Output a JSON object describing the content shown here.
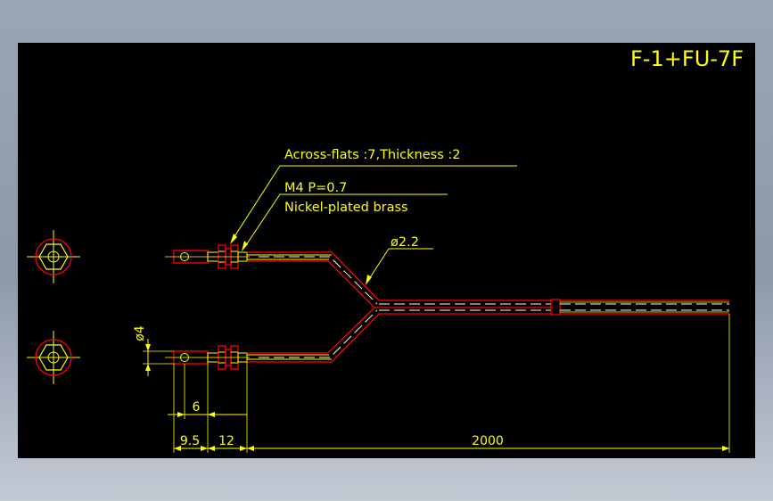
{
  "drawing": {
    "title_code": "F-1+FU-7F",
    "notes": {
      "across_flats": "Across-flats :7,Thickness :2",
      "thread": "M4  P=0.7",
      "material": "Nickel-plated brass",
      "diameter": "ø2.2"
    },
    "dimensions": {
      "lug_diameter": "ø4",
      "d6": "6",
      "d9_5": "9.5",
      "d12": "12",
      "length": "2000"
    },
    "colors": {
      "background": "#000000",
      "outline": "#ff0000",
      "annotation": "#ffff00",
      "hidden_line": "#ffffff",
      "window_frame": "#9aa6b8"
    }
  }
}
